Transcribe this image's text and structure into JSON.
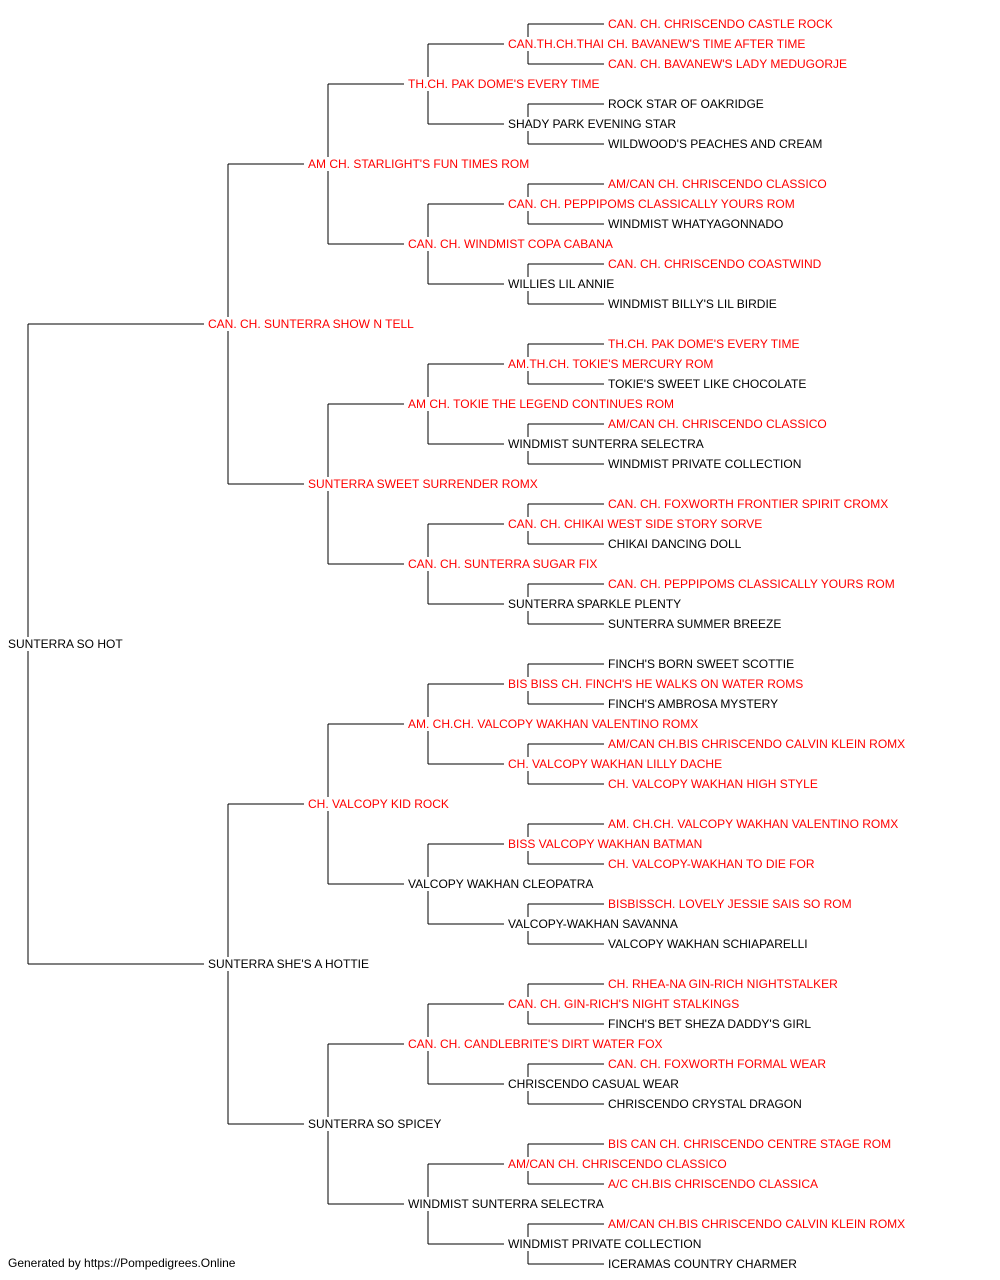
{
  "colors": {
    "champion": "#ff0000",
    "regular": "#000000",
    "line": "#000000"
  },
  "pedigree": {
    "name": "SUNTERRA SO HOT",
    "champion": false,
    "sire": {
      "name": "CAN. CH. SUNTERRA SHOW N TELL",
      "champion": true,
      "sire": {
        "name": "AM CH. STARLIGHT'S FUN TIMES ROM",
        "champion": true,
        "sire": {
          "name": "TH.CH. PAK DOME'S EVERY TIME",
          "champion": true,
          "sire": {
            "name": "CAN.TH.CH.THAI CH. BAVANEW'S TIME AFTER TIME",
            "champion": true,
            "sire": {
              "name": "CAN. CH. CHRISCENDO CASTLE ROCK",
              "champion": true
            },
            "dam": {
              "name": "CAN. CH. BAVANEW'S LADY MEDUGORJE",
              "champion": true
            }
          },
          "dam": {
            "name": "SHADY PARK EVENING STAR",
            "champion": false,
            "sire": {
              "name": "ROCK STAR OF OAKRIDGE",
              "champion": false
            },
            "dam": {
              "name": "WILDWOOD'S PEACHES AND CREAM",
              "champion": false
            }
          }
        },
        "dam": {
          "name": "CAN. CH. WINDMIST COPA CABANA",
          "champion": true,
          "sire": {
            "name": "CAN. CH. PEPPIPOMS CLASSICALLY YOURS ROM",
            "champion": true,
            "sire": {
              "name": "AM/CAN CH. CHRISCENDO CLASSICO",
              "champion": true
            },
            "dam": {
              "name": "WINDMIST WHATYAGONNADO",
              "champion": false
            }
          },
          "dam": {
            "name": "WILLIES LIL ANNIE",
            "champion": false,
            "sire": {
              "name": "CAN. CH. CHRISCENDO COASTWIND",
              "champion": true
            },
            "dam": {
              "name": "WINDMIST BILLY'S LIL BIRDIE",
              "champion": false
            }
          }
        }
      },
      "dam": {
        "name": "SUNTERRA SWEET SURRENDER ROMX",
        "champion": true,
        "sire": {
          "name": "AM CH. TOKIE THE LEGEND CONTINUES ROM",
          "champion": true,
          "sire": {
            "name": "AM.TH.CH. TOKIE'S MERCURY ROM",
            "champion": true,
            "sire": {
              "name": "TH.CH. PAK DOME'S EVERY TIME",
              "champion": true
            },
            "dam": {
              "name": "TOKIE'S SWEET LIKE CHOCOLATE",
              "champion": false
            }
          },
          "dam": {
            "name": "WINDMIST SUNTERRA SELECTRA",
            "champion": false,
            "sire": {
              "name": "AM/CAN CH. CHRISCENDO CLASSICO",
              "champion": true
            },
            "dam": {
              "name": "WINDMIST PRIVATE COLLECTION",
              "champion": false
            }
          }
        },
        "dam": {
          "name": "CAN. CH. SUNTERRA SUGAR FIX",
          "champion": true,
          "sire": {
            "name": "CAN. CH. CHIKAI WEST SIDE STORY SORVE",
            "champion": true,
            "sire": {
              "name": "CAN. CH. FOXWORTH FRONTIER SPIRIT CROMX",
              "champion": true
            },
            "dam": {
              "name": "CHIKAI DANCING DOLL",
              "champion": false
            }
          },
          "dam": {
            "name": "SUNTERRA SPARKLE PLENTY",
            "champion": false,
            "sire": {
              "name": "CAN. CH. PEPPIPOMS CLASSICALLY YOURS ROM",
              "champion": true
            },
            "dam": {
              "name": "SUNTERRA SUMMER BREEZE",
              "champion": false
            }
          }
        }
      }
    },
    "dam": {
      "name": "SUNTERRA SHE'S A HOTTIE",
      "champion": false,
      "sire": {
        "name": "CH. VALCOPY KID ROCK",
        "champion": true,
        "sire": {
          "name": "AM. CH.CH. VALCOPY WAKHAN VALENTINO ROMX",
          "champion": true,
          "sire": {
            "name": "BIS BISS CH. FINCH'S HE WALKS ON WATER ROMS",
            "champion": true,
            "sire": {
              "name": "FINCH'S BORN SWEET SCOTTIE",
              "champion": false
            },
            "dam": {
              "name": "FINCH'S AMBROSA MYSTERY",
              "champion": false
            }
          },
          "dam": {
            "name": "CH. VALCOPY WAKHAN LILLY DACHE",
            "champion": true,
            "sire": {
              "name": "AM/CAN CH.BIS CHRISCENDO CALVIN KLEIN ROMX",
              "champion": true
            },
            "dam": {
              "name": "CH. VALCOPY WAKHAN HIGH STYLE",
              "champion": true
            }
          }
        },
        "dam": {
          "name": "VALCOPY WAKHAN CLEOPATRA",
          "champion": false,
          "sire": {
            "name": "BISS VALCOPY WAKHAN BATMAN",
            "champion": true,
            "sire": {
              "name": "AM. CH.CH. VALCOPY WAKHAN VALENTINO ROMX",
              "champion": true
            },
            "dam": {
              "name": "CH. VALCOPY-WAKHAN TO DIE FOR",
              "champion": true
            }
          },
          "dam": {
            "name": "VALCOPY-WAKHAN SAVANNA",
            "champion": false,
            "sire": {
              "name": "BISBISSCH. LOVELY JESSIE SAIS SO ROM",
              "champion": true
            },
            "dam": {
              "name": "VALCOPY WAKHAN SCHIAPARELLI",
              "champion": false
            }
          }
        }
      },
      "dam": {
        "name": "SUNTERRA SO SPICEY",
        "champion": false,
        "sire": {
          "name": "CAN. CH. CANDLEBRITE'S DIRT WATER FOX",
          "champion": true,
          "sire": {
            "name": "CAN. CH. GIN-RICH'S NIGHT STALKINGS",
            "champion": true,
            "sire": {
              "name": "CH. RHEA-NA GIN-RICH NIGHTSTALKER",
              "champion": true
            },
            "dam": {
              "name": "FINCH'S BET SHEZA DADDY'S GIRL",
              "champion": false
            }
          },
          "dam": {
            "name": "CHRISCENDO CASUAL WEAR",
            "champion": false,
            "sire": {
              "name": "CAN. CH. FOXWORTH FORMAL WEAR",
              "champion": true
            },
            "dam": {
              "name": "CHRISCENDO CRYSTAL DRAGON",
              "champion": false
            }
          }
        },
        "dam": {
          "name": "WINDMIST SUNTERRA SELECTRA",
          "champion": false,
          "sire": {
            "name": "AM/CAN CH. CHRISCENDO CLASSICO",
            "champion": true,
            "sire": {
              "name": "BIS CAN CH. CHRISCENDO CENTRE STAGE ROM",
              "champion": true
            },
            "dam": {
              "name": "A/C CH.BIS CHRISCENDO CLASSICA",
              "champion": true
            }
          },
          "dam": {
            "name": "WINDMIST PRIVATE COLLECTION",
            "champion": false,
            "sire": {
              "name": "AM/CAN CH.BIS CHRISCENDO CALVIN KLEIN ROMX",
              "champion": true
            },
            "dam": {
              "name": "ICERAMAS COUNTRY CHARMER",
              "champion": false
            }
          }
        }
      }
    }
  },
  "footer": "Generated by https://Pompedigrees.Online"
}
